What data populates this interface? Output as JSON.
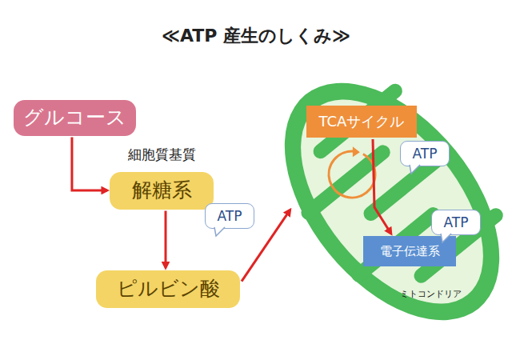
{
  "diagram": {
    "title": "≪ATP 産生のしくみ≫",
    "nodes": [
      {
        "text": [
          "グルコース"
        ]
      },
      {
        "text": [
          "細胞質基質",
          "解糖系"
        ]
      },
      {
        "text": [
          "ATP"
        ]
      },
      {
        "text": [
          "ピルビン酸"
        ]
      },
      {
        "text": [
          "ミトコンドリア"
        ]
      },
      {
        "text": [
          "TCAサイクル"
        ],
        "in": 4
      },
      {
        "text": [
          "ATP"
        ],
        "in": 4
      },
      {
        "text": [
          "電子伝達系"
        ],
        "in": 4
      },
      {
        "text": [
          "ATP"
        ],
        "in": 4
      }
    ],
    "edges": [
      {
        "from": 0,
        "to": 1,
        "arrow": "to"
      },
      {
        "from": 1,
        "to": 3,
        "arrow": "to"
      },
      {
        "from": 3,
        "to": 4,
        "arrow": "to"
      },
      {
        "from": 5,
        "to": 7,
        "arrow": "to"
      }
    ]
  }
}
